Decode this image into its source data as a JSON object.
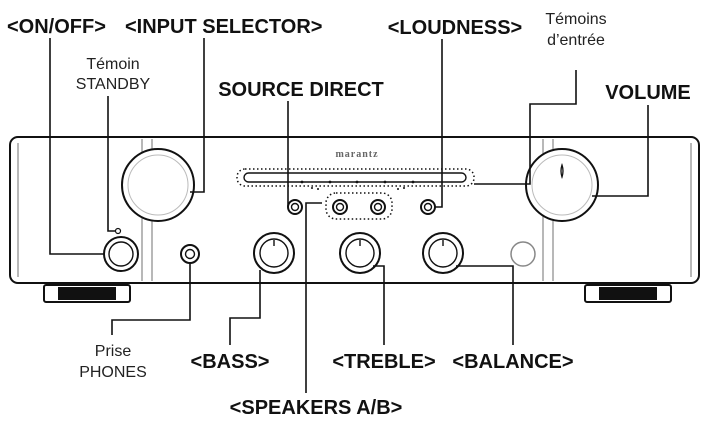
{
  "brand": "marantz",
  "labels": {
    "on_off": "<ON/OFF>",
    "input_selector": "<INPUT SELECTOR>",
    "standby_line1": "Témoin",
    "standby_line2": "STANDBY",
    "source_direct": "SOURCE DIRECT",
    "loudness": "<LOUDNESS>",
    "input_indicators_line1": "Témoins",
    "input_indicators_line2": "d’entrée",
    "volume": "VOLUME",
    "phones_line1": "Prise",
    "phones_line2": "PHONES",
    "bass": "<BASS>",
    "treble": "<TREBLE>",
    "balance": "<BALANCE>",
    "speakers": "<SPEAKERS A/B>"
  }
}
